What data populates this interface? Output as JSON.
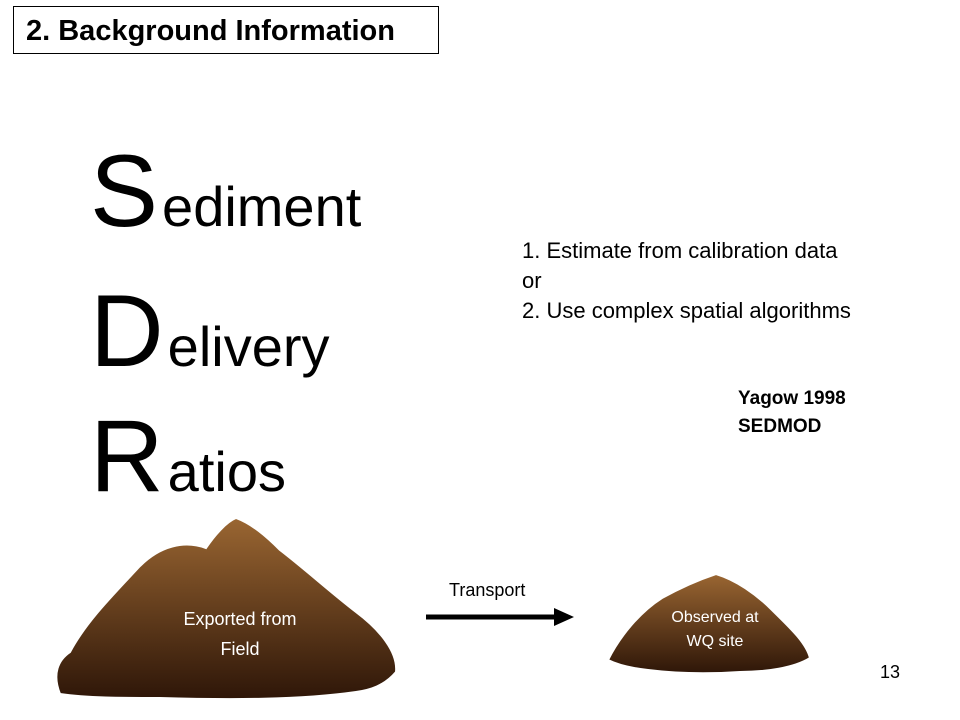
{
  "slide": {
    "section_title": "2. Background Information",
    "acronym": [
      {
        "letter": "S",
        "rest": "ediment"
      },
      {
        "letter": "D",
        "rest": "elivery"
      },
      {
        "letter": "R",
        "rest": "atios"
      }
    ],
    "methods": [
      "1. Estimate from calibration data",
      "or",
      "2. Use complex spatial algorithms"
    ],
    "references": [
      "Yagow 1998",
      "SEDMOD"
    ],
    "diagram": {
      "source_label_line1": "Exported from",
      "source_label_line2": "Field",
      "arrow_label": "Transport",
      "target_label_line1": "Observed at",
      "target_label_line2": "WQ site",
      "colors": {
        "mound_top": "#9a6632",
        "mound_bottom": "#2e1608",
        "outline": "#ffffff"
      }
    },
    "page_number": "13"
  }
}
